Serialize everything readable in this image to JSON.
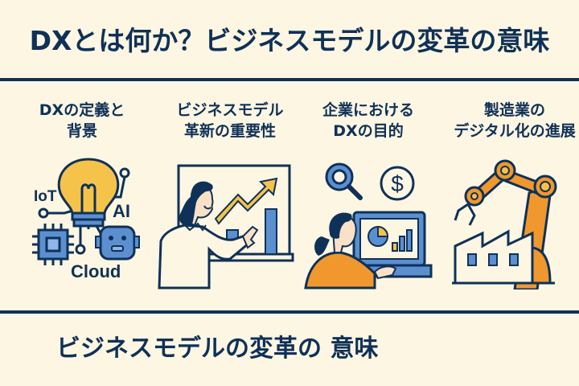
{
  "title": "DXとは何か？ビジネスモデルの変革の意味",
  "cards": [
    {
      "label": "DXの定義と\n背景",
      "icon": "lightbulb-tech-icon",
      "icon_labels": {
        "iot": "IoT",
        "ai": "AI",
        "cloud": "Cloud"
      }
    },
    {
      "label": "ビジネスモデル\n革新の重要性",
      "icon": "presenter-chart-icon"
    },
    {
      "label": "企業における\nDXの目的",
      "icon": "analyst-laptop-icon",
      "currency_symbol": "$"
    },
    {
      "label": "製造業の\nデジタル化の進展",
      "icon": "factory-robot-arm-icon"
    }
  ],
  "footer": "ビジネスモデルの変革の 意味",
  "colors": {
    "background": "#fdf6e3",
    "navy": "#0f3157",
    "blue": "#5b8fd0",
    "yellow": "#f5c34a",
    "orange": "#f0982e",
    "skin": "#fbe0c8"
  }
}
